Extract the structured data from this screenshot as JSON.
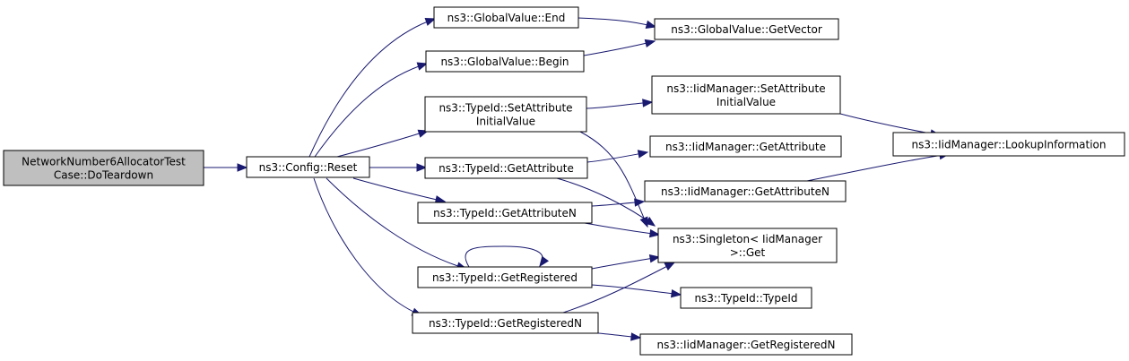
{
  "nodes": [
    {
      "id": "root",
      "lines": [
        "NetworkNumber6AllocatorTest",
        "Case::DoTeardown"
      ]
    },
    {
      "id": "reset",
      "lines": [
        "ns3::Config::Reset"
      ]
    },
    {
      "id": "gv_end",
      "lines": [
        "ns3::GlobalValue::End"
      ]
    },
    {
      "id": "gv_begin",
      "lines": [
        "ns3::GlobalValue::Begin"
      ]
    },
    {
      "id": "gv_getvector",
      "lines": [
        "ns3::GlobalValue::GetVector"
      ]
    },
    {
      "id": "tid_setattr",
      "lines": [
        "ns3::TypeId::SetAttribute",
        "InitialValue"
      ]
    },
    {
      "id": "tid_getattr",
      "lines": [
        "ns3::TypeId::GetAttribute"
      ]
    },
    {
      "id": "tid_getattrn",
      "lines": [
        "ns3::TypeId::GetAttributeN"
      ]
    },
    {
      "id": "tid_getreg",
      "lines": [
        "ns3::TypeId::GetRegistered"
      ]
    },
    {
      "id": "tid_getregn",
      "lines": [
        "ns3::TypeId::GetRegisteredN"
      ]
    },
    {
      "id": "iid_setattr",
      "lines": [
        "ns3::IidManager::SetAttribute",
        "InitialValue"
      ]
    },
    {
      "id": "iid_getattr",
      "lines": [
        "ns3::IidManager::GetAttribute"
      ]
    },
    {
      "id": "iid_getattrn",
      "lines": [
        "ns3::IidManager::GetAttributeN"
      ]
    },
    {
      "id": "singleton",
      "lines": [
        "ns3::Singleton< IidManager",
        ">::Get"
      ]
    },
    {
      "id": "tid_typeid",
      "lines": [
        "ns3::TypeId::TypeId"
      ]
    },
    {
      "id": "iid_getregn",
      "lines": [
        "ns3::IidManager::GetRegisteredN"
      ]
    },
    {
      "id": "iid_lookup",
      "lines": [
        "ns3::IidManager::LookupInformation"
      ]
    }
  ],
  "edges": [
    {
      "from": "root",
      "to": "reset"
    },
    {
      "from": "reset",
      "to": "gv_end"
    },
    {
      "from": "reset",
      "to": "gv_begin"
    },
    {
      "from": "reset",
      "to": "tid_setattr"
    },
    {
      "from": "reset",
      "to": "tid_getattr"
    },
    {
      "from": "reset",
      "to": "tid_getattrn"
    },
    {
      "from": "reset",
      "to": "tid_getreg"
    },
    {
      "from": "reset",
      "to": "tid_getregn"
    },
    {
      "from": "gv_end",
      "to": "gv_getvector"
    },
    {
      "from": "gv_begin",
      "to": "gv_getvector"
    },
    {
      "from": "tid_setattr",
      "to": "iid_setattr"
    },
    {
      "from": "tid_setattr",
      "to": "singleton"
    },
    {
      "from": "iid_setattr",
      "to": "iid_lookup"
    },
    {
      "from": "tid_getattr",
      "to": "iid_getattr"
    },
    {
      "from": "tid_getattr",
      "to": "singleton"
    },
    {
      "from": "tid_getattrn",
      "to": "iid_getattrn"
    },
    {
      "from": "tid_getattrn",
      "to": "singleton"
    },
    {
      "from": "iid_getattrn",
      "to": "iid_lookup"
    },
    {
      "from": "tid_getreg",
      "to": "tid_getreg"
    },
    {
      "from": "tid_getreg",
      "to": "singleton"
    },
    {
      "from": "tid_getreg",
      "to": "tid_typeid"
    },
    {
      "from": "tid_getregn",
      "to": "singleton"
    },
    {
      "from": "tid_getregn",
      "to": "iid_getregn"
    }
  ]
}
